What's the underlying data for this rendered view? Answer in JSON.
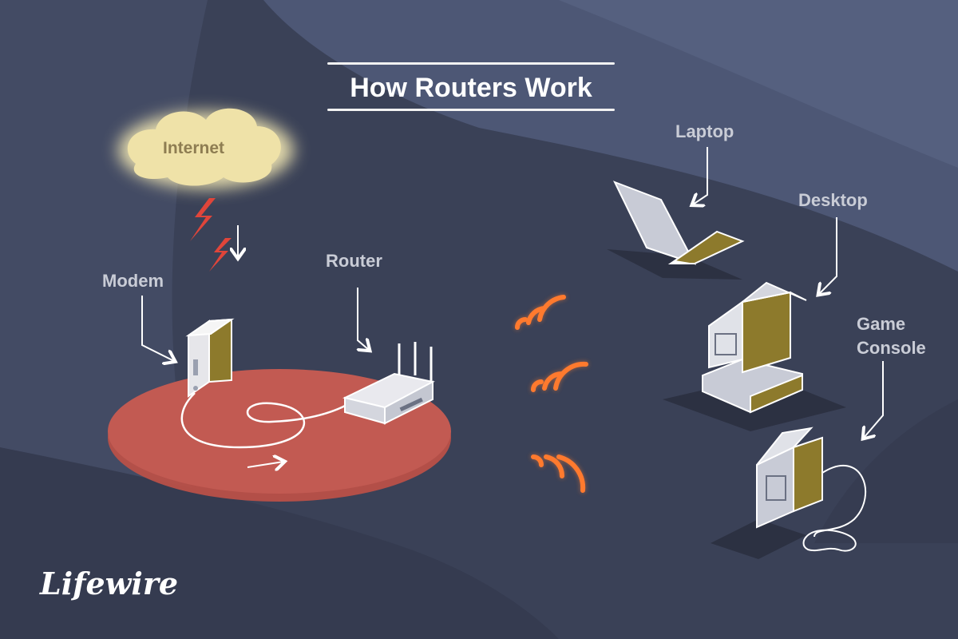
{
  "title": "How Routers Work",
  "labels": {
    "internet": "Internet",
    "modem": "Modem",
    "router": "Router",
    "laptop": "Laptop",
    "desktop": "Desktop",
    "game_console_line1": "Game",
    "game_console_line2": "Console"
  },
  "brand": "Lifewire",
  "colors": {
    "background": "#3a4157",
    "title": "#ffffff",
    "label": "#c9ccd6",
    "cloud": "#efe2a8",
    "signal": "#ff7a2e",
    "lightning": "#e0453a",
    "device_accent": "#8d7a2c",
    "network_zone": "#c25a52"
  }
}
